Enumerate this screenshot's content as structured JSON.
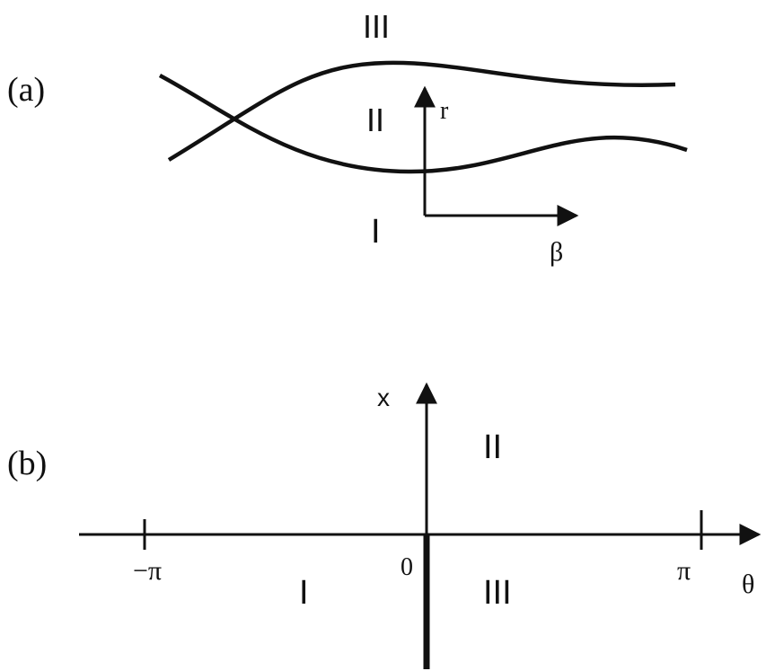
{
  "panel_a": {
    "label": "(a)",
    "regions": {
      "top": "III",
      "middle": "II",
      "bottom": "I"
    },
    "axes": {
      "vertical": "r",
      "horizontal": "β"
    }
  },
  "panel_b": {
    "label": "(b)",
    "axes": {
      "vertical": "x",
      "horizontal": "θ"
    },
    "ticks": {
      "left": "−π",
      "origin": "0",
      "right": "π"
    },
    "regions": {
      "upper_right": "II",
      "lower_left": "I",
      "lower_right": "III"
    }
  },
  "colors": {
    "ink": "#111111",
    "background": "#ffffff"
  }
}
